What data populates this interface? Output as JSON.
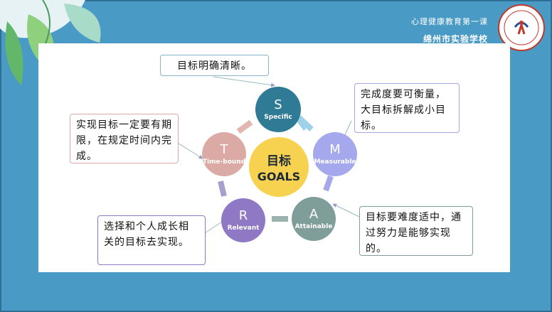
{
  "header": {
    "course_title": "心理健康教育第一课",
    "school_name": "绵州市实验学校",
    "seal_label": "school-seal"
  },
  "center": {
    "title_cn": "目标",
    "title_en": "GOALS"
  },
  "smart": [
    {
      "letter": "S",
      "word": "Specific",
      "color": "#2f7a94"
    },
    {
      "letter": "M",
      "word": "Measurable",
      "color": "#a6a8ee"
    },
    {
      "letter": "A",
      "word": "Attainable",
      "color": "#7f9e9a"
    },
    {
      "letter": "R",
      "word": "Relevant",
      "color": "#8f79c4"
    },
    {
      "letter": "T",
      "word": "Time-bound",
      "color": "#dcaaa4"
    }
  ],
  "boxes": {
    "specific": "目标明确清晰。",
    "measurable": "完成度要可衡量，大目标拆解成小目标。",
    "attainable": "目标要难度适中，通过努力是能够实现的。",
    "relevant": "选择和个人成长相关的目标去实现。",
    "timebound": "实现目标一定要有期限，在规定时间内完成。"
  },
  "colors": {
    "background": "#4a9ac6",
    "center": "#f7d251",
    "arrow": "#9a9acb"
  }
}
